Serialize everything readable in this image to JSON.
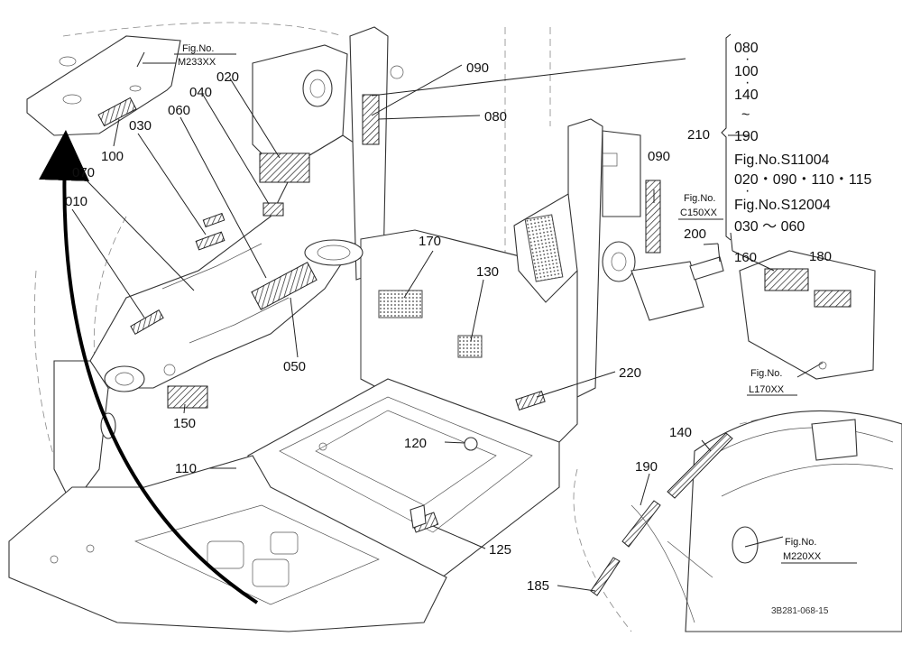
{
  "diagram": {
    "ref_labels": {
      "m233": "Fig.No.",
      "m233_code": "M233XX",
      "c150": "Fig.No.",
      "c150_code": "C150XX",
      "l170": "Fig.No.",
      "l170_code": "L170XX",
      "m220": "Fig.No.",
      "m220_code": "M220XX"
    },
    "parts": {
      "p010": "010",
      "p020": "020",
      "p030": "030",
      "p040": "040",
      "p050": "050",
      "p060": "060",
      "p070": "070",
      "p080": "080",
      "p090a": "090",
      "p090b": "090",
      "p100": "100",
      "p110": "110",
      "p120": "120",
      "p125": "125",
      "p130": "130",
      "p140": "140",
      "p150": "150",
      "p160": "160",
      "p170": "170",
      "p180": "180",
      "p185": "185",
      "p190": "190",
      "p200": "200",
      "p210": "210",
      "p220": "220"
    },
    "kit_list": {
      "l1": "080",
      "d1": "·",
      "l2": "100",
      "d2": "·",
      "l3": "140",
      "d3": "~",
      "l4": "190",
      "l5": "Fig.No.S11004",
      "l6": "020・090・110・115",
      "d6": "·",
      "l7": "Fig.No.S12004",
      "l8": "030 ～ 060"
    },
    "drawing_code": "3B281-068-15",
    "colors": {
      "ink": "#111111",
      "paper": "#ffffff"
    }
  }
}
